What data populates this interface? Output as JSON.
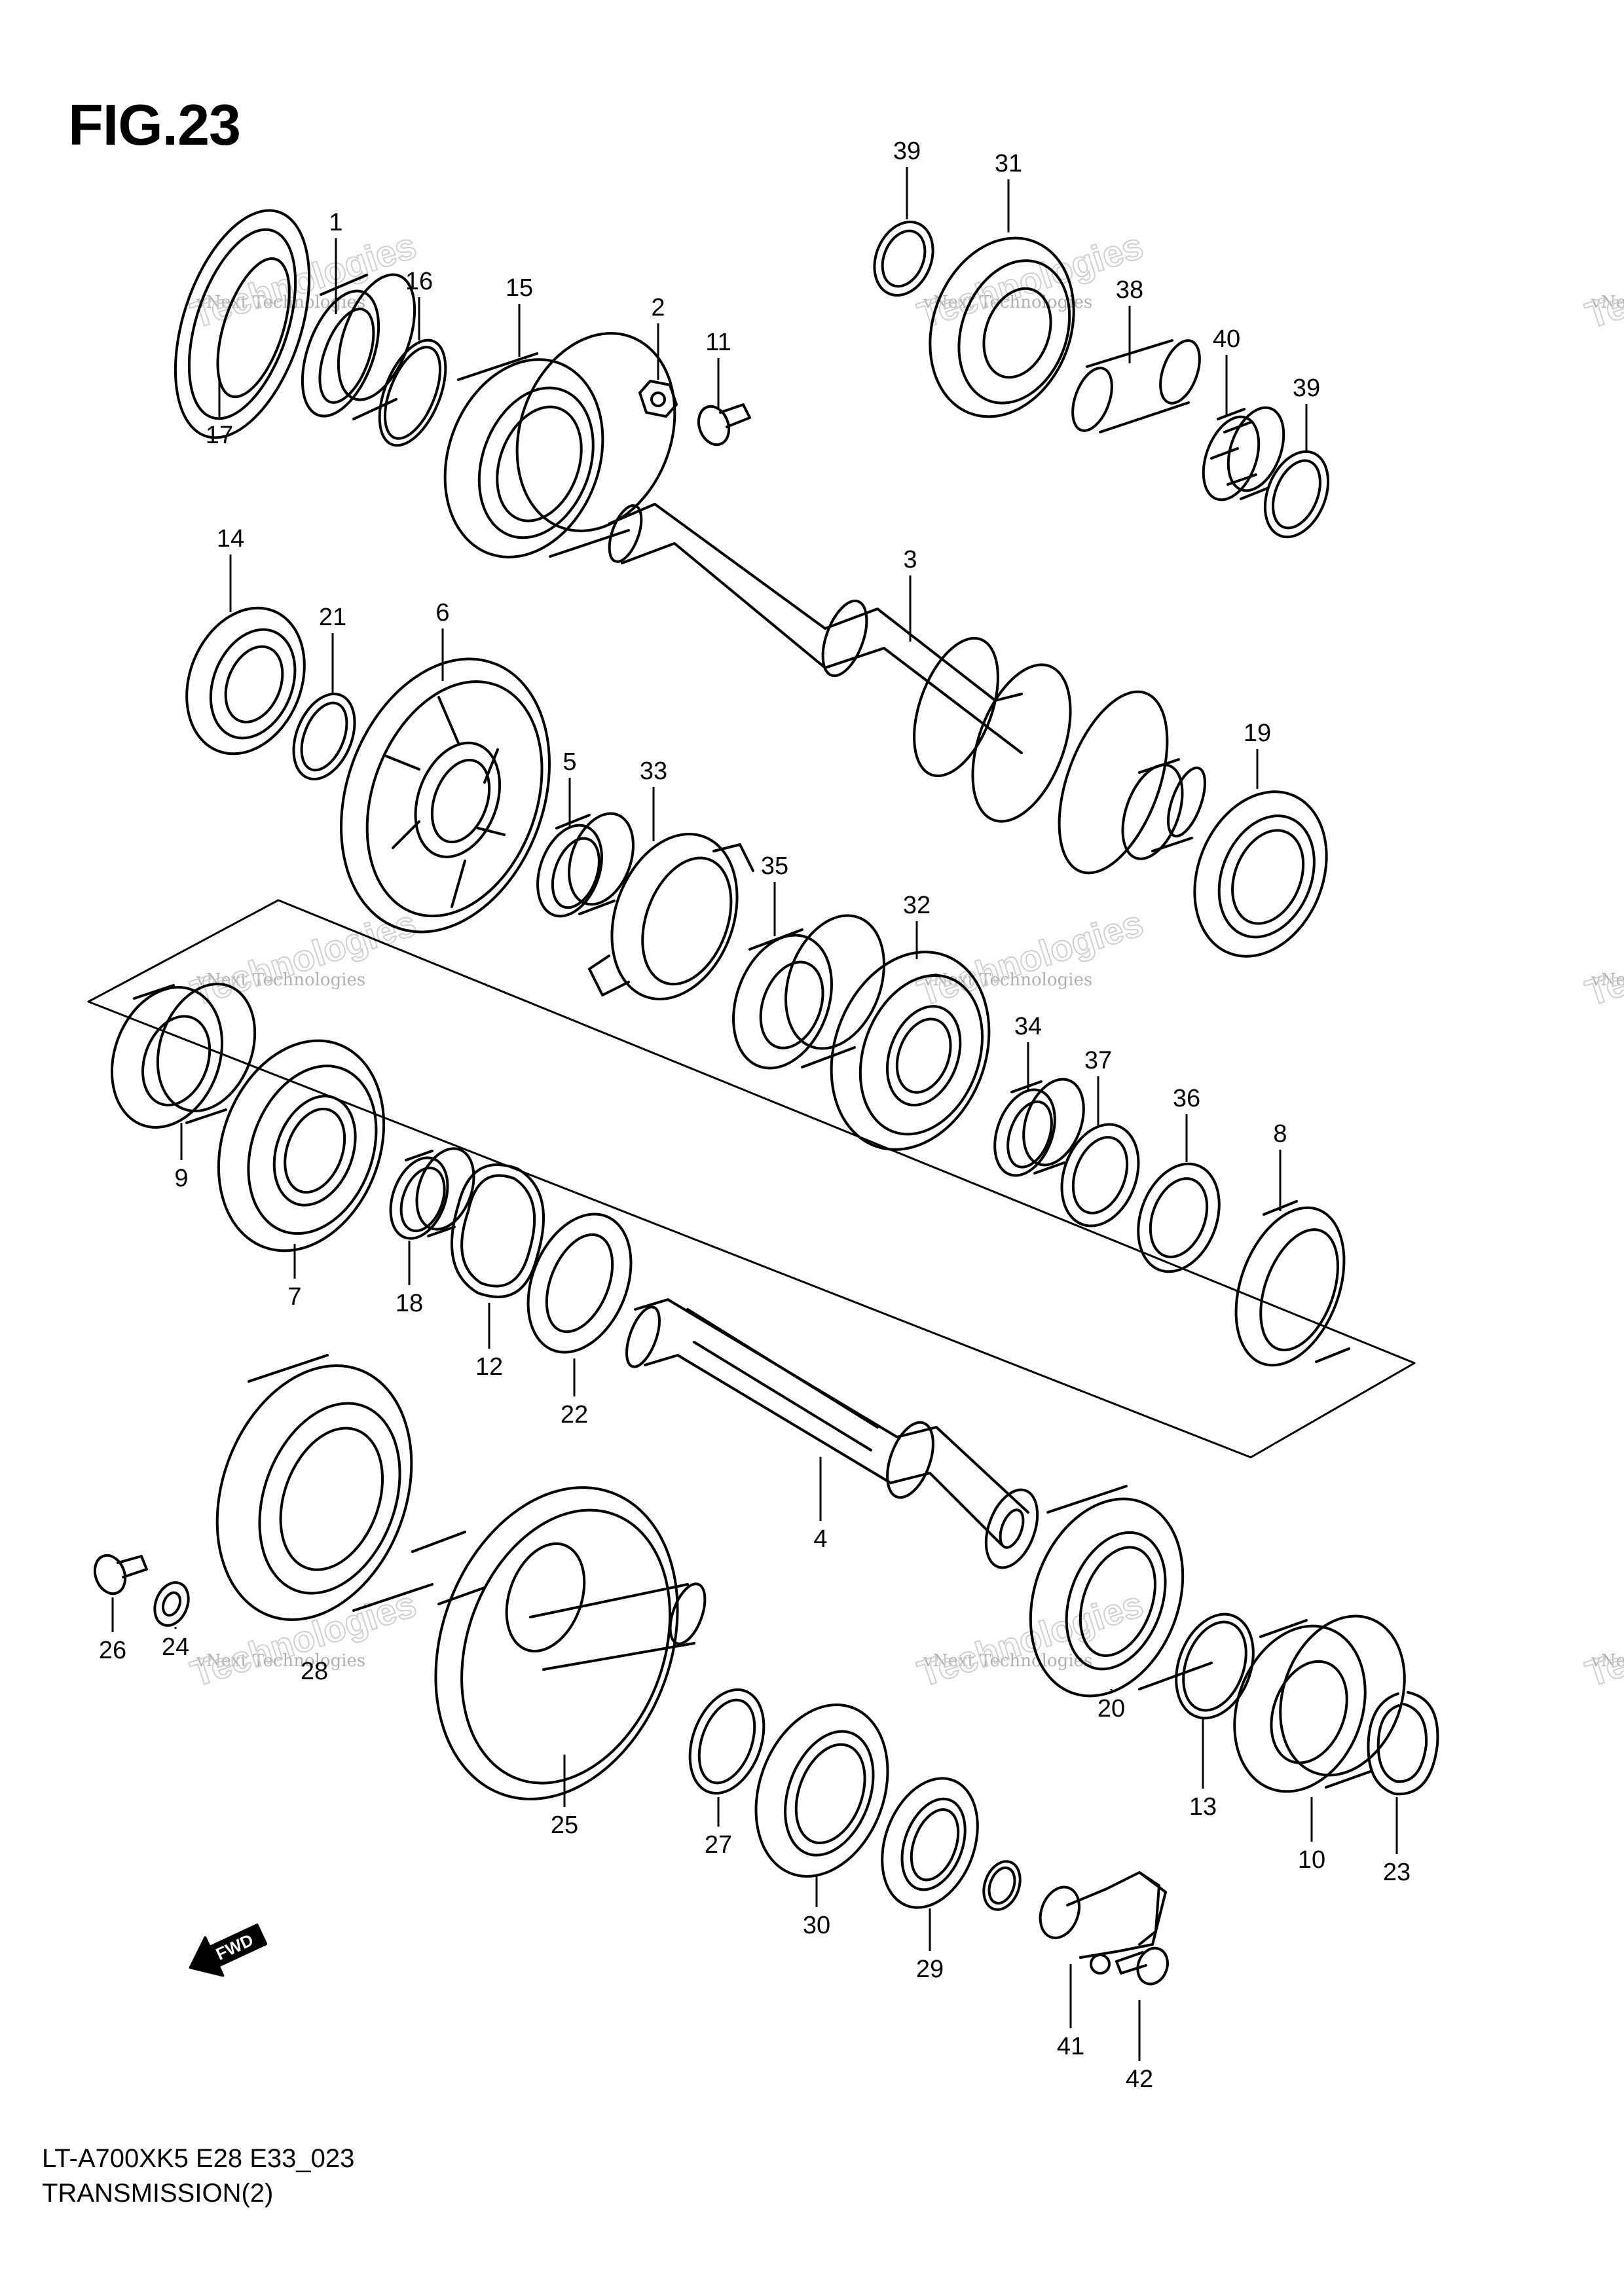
{
  "figure": {
    "title": "FIG.23",
    "model_code": "LT-A700XK5  E28  E33_023",
    "section_name": "TRANSMISSION(2)"
  },
  "watermark": {
    "line1": "vNext Technologies",
    "line2": "Technologies"
  },
  "fwd_arrow": {
    "label": "FWD"
  },
  "part_numbers": [
    "1",
    "2",
    "3",
    "4",
    "5",
    "6",
    "7",
    "8",
    "9",
    "10",
    "11",
    "12",
    "13",
    "14",
    "15",
    "16",
    "17",
    "18",
    "19",
    "20",
    "21",
    "22",
    "23",
    "24",
    "25",
    "26",
    "27",
    "28",
    "29",
    "30",
    "31",
    "32",
    "33",
    "34",
    "35",
    "36",
    "37",
    "38",
    "39",
    "40",
    "41",
    "42"
  ],
  "callout_39_second": "39"
}
